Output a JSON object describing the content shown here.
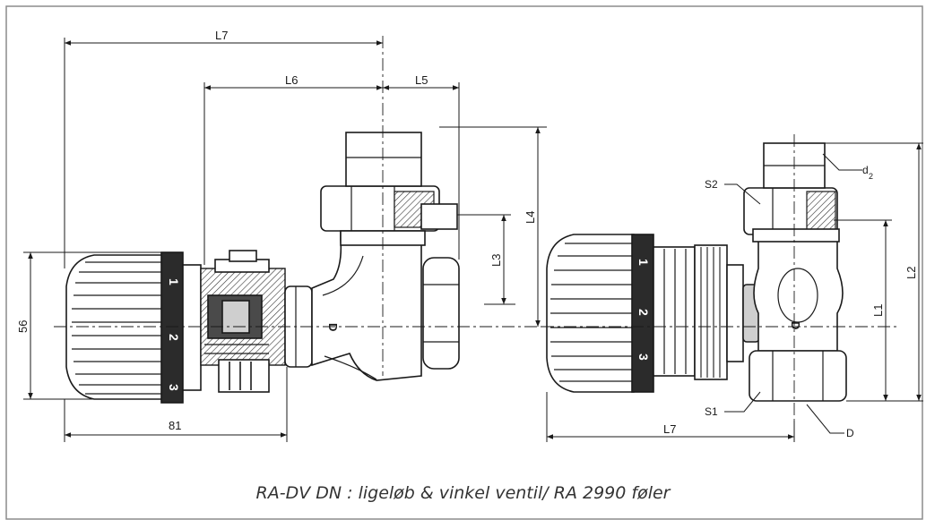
{
  "colors": {
    "line": "#1a1a1a",
    "border": "#8c8c8c",
    "shade": "#cfcfcf",
    "dark": "#4a4a4a"
  },
  "dimensions": {
    "l7_top": "L7",
    "l6": "L6",
    "l5": "L5",
    "l4": "L4",
    "l3": "L3",
    "height_56": "56",
    "width_81": "81",
    "l7_bottom": "L7",
    "l1": "L1",
    "l2": "L2",
    "s1": "S1",
    "s2": "S2",
    "d_label": "D",
    "d2_main": "d",
    "d2_sub": "2"
  },
  "knob_marks": {
    "one": "1",
    "two": "2",
    "three": "3"
  },
  "body_mark": "D",
  "caption": "RA-DV DN : ligeløb & vinkel ventil/ RA 2990 føler"
}
